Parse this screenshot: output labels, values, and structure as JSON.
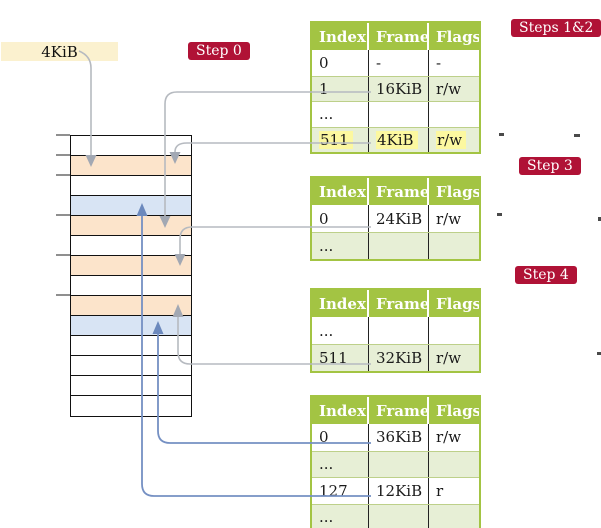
{
  "frame_label": {
    "text": "4KiB"
  },
  "badges": {
    "step0": "Step 0",
    "steps12": "Steps 1&2",
    "step3": "Step 3",
    "step4": "Step 4"
  },
  "memory": {
    "rows": [
      "plain",
      "table-frame",
      "plain",
      "mapped-frame",
      "table-frame",
      "plain",
      "table-frame",
      "plain",
      "table-frame",
      "mapped-frame",
      "plain",
      "plain",
      "plain",
      "plain"
    ]
  },
  "tables": [
    {
      "name": "page-table-steps-1-2",
      "headers": [
        "Index",
        "Frame",
        "Flags"
      ],
      "rows": [
        {
          "cells": [
            "0",
            "-",
            "-"
          ],
          "shaded": false,
          "highlight": false
        },
        {
          "cells": [
            "1",
            "16KiB",
            "r/w"
          ],
          "shaded": true,
          "highlight": false
        },
        {
          "cells": [
            "...",
            "",
            ""
          ],
          "shaded": false,
          "highlight": false
        },
        {
          "cells": [
            "511",
            "4KiB",
            "r/w"
          ],
          "shaded": true,
          "highlight": true
        }
      ]
    },
    {
      "name": "page-table-step-3",
      "headers": [
        "Index",
        "Frame",
        "Flags"
      ],
      "rows": [
        {
          "cells": [
            "0",
            "24KiB",
            "r/w"
          ],
          "shaded": false,
          "highlight": false
        },
        {
          "cells": [
            "...",
            "",
            ""
          ],
          "shaded": true,
          "highlight": false
        }
      ]
    },
    {
      "name": "page-table-step-4",
      "headers": [
        "Index",
        "Frame",
        "Flags"
      ],
      "rows": [
        {
          "cells": [
            "...",
            "",
            ""
          ],
          "shaded": false,
          "highlight": false
        },
        {
          "cells": [
            "511",
            "32KiB",
            "r/w"
          ],
          "shaded": true,
          "highlight": false
        }
      ]
    },
    {
      "name": "page-table-final",
      "headers": [
        "Index",
        "Frame",
        "Flags"
      ],
      "rows": [
        {
          "cells": [
            "0",
            "36KiB",
            "r/w"
          ],
          "shaded": false,
          "highlight": false
        },
        {
          "cells": [
            "...",
            "",
            ""
          ],
          "shaded": true,
          "highlight": false
        },
        {
          "cells": [
            "127",
            "12KiB",
            "r"
          ],
          "shaded": false,
          "highlight": false
        },
        {
          "cells": [
            "...",
            "",
            ""
          ],
          "shaded": true,
          "highlight": false
        }
      ]
    }
  ],
  "colors": {
    "badge_red": "#b01236",
    "table_header_green": "#a3c443",
    "table_row_green": "#e7efd6",
    "highlight_yellow": "#fcf8a0",
    "frame_box_cream": "#fbf1cf",
    "memory_orange": "#fce4cb",
    "memory_blue": "#d8e4f4",
    "arrow_gray": "#b6bac0",
    "arrow_blue": "#7590c3"
  }
}
